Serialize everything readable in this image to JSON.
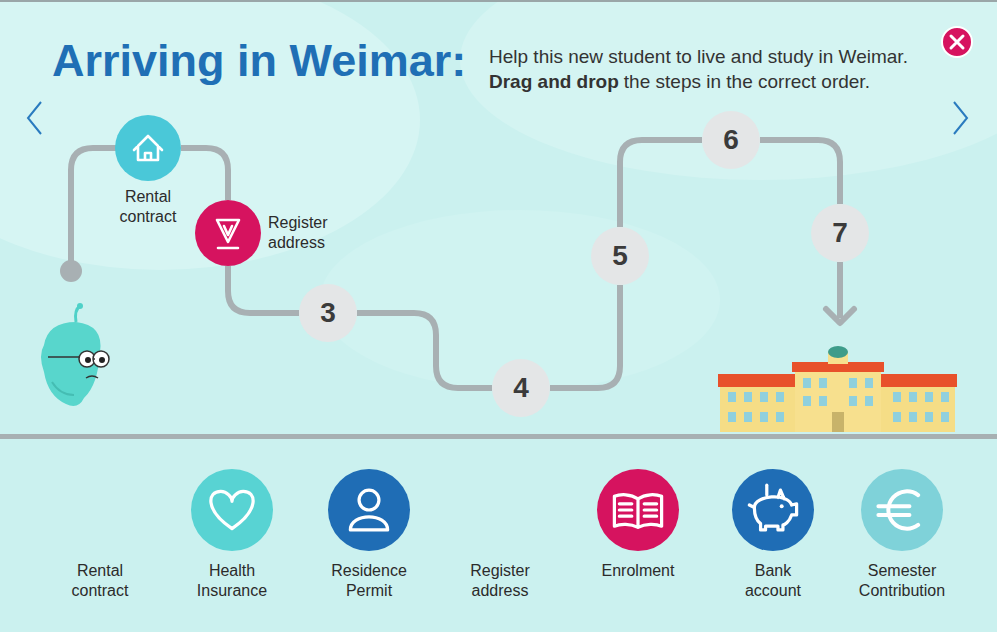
{
  "diagram": {
    "title": "Arriving in Weimar:",
    "nodes": [
      {
        "text": [
          "Rental contract"
        ]
      },
      {
        "text": [
          "Register address"
        ]
      },
      {
        "text": [
          "3"
        ]
      },
      {
        "text": [
          "4"
        ]
      },
      {
        "text": [
          "5"
        ]
      },
      {
        "text": [
          "6"
        ]
      },
      {
        "text": [
          "7"
        ]
      },
      {
        "text": [
          "Health Insurance"
        ]
      },
      {
        "text": [
          "Residence Permit"
        ]
      },
      {
        "text": [
          "Enrolment"
        ]
      },
      {
        "text": [
          "Bank account"
        ]
      },
      {
        "text": [
          "Semester Contribution"
        ]
      }
    ],
    "edges": [
      {
        "from": 0,
        "to": 1,
        "arrow": "none"
      },
      {
        "from": 1,
        "to": 2,
        "arrow": "none"
      },
      {
        "from": 2,
        "to": 3,
        "arrow": "none"
      },
      {
        "from": 3,
        "to": 4,
        "arrow": "none"
      },
      {
        "from": 4,
        "to": 5,
        "arrow": "none"
      },
      {
        "from": 5,
        "to": 6,
        "arrow": "none"
      }
    ],
    "labels": [
      "Help this new student to live and study in Weimar.",
      "Drag and drop",
      "the steps in the correct order.",
      "Rental contract",
      "Register address"
    ]
  }
}
